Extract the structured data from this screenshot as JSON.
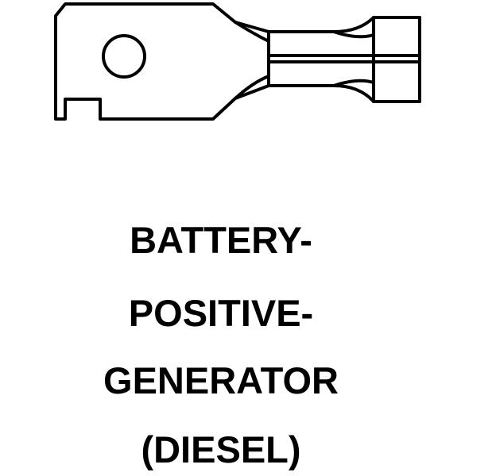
{
  "caption": {
    "lines": [
      "BATTERY-",
      "POSITIVE-",
      "GENERATOR",
      "(DIESEL)"
    ]
  },
  "colors": {
    "ink": "#000000",
    "background": "#ffffff"
  }
}
